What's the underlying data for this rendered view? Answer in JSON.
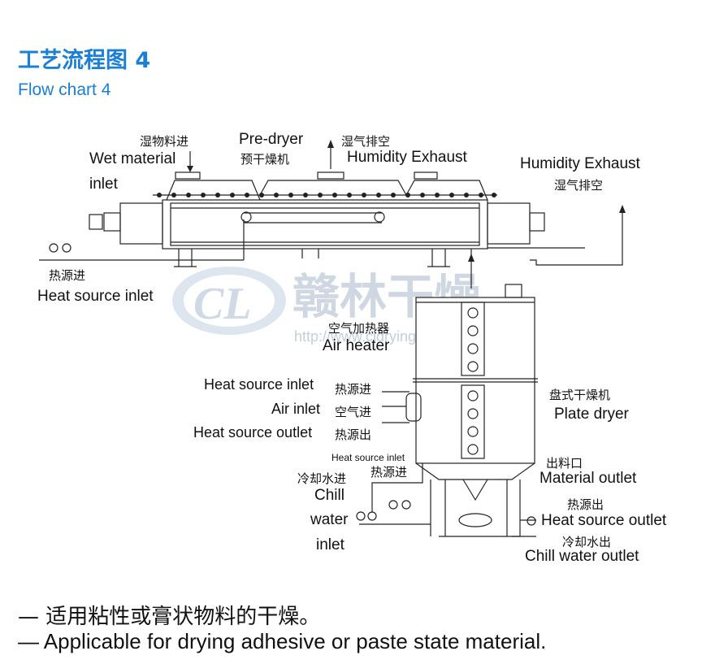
{
  "header": {
    "title_cn": "工艺流程图 4",
    "title_en": "Flow chart 4"
  },
  "labels": {
    "wet_material_cn": "湿物料进",
    "wet_material_en_1": "Wet material",
    "wet_material_en_2": "inlet",
    "predryer_en": "Pre-dryer",
    "predryer_cn": "预干燥机",
    "exhaust1_cn": "湿气排空",
    "exhaust1_en": "Humidity Exhaust",
    "exhaust2_en": "Humidity Exhaust",
    "exhaust2_cn": "湿气排空",
    "heat_inlet_top_cn": "热源进",
    "heat_inlet_top_en": "Heat source inlet",
    "air_heater_cn": "空气加热器",
    "air_heater_en": "Air heater",
    "hs_inlet_en": "Heat source inlet",
    "hs_inlet_cn": "热源进",
    "air_inlet_en": "Air inlet",
    "air_inlet_cn": "空气进",
    "hs_outlet_en": "Heat source outlet",
    "hs_outlet_cn": "热源出",
    "plate_dryer_cn": "盘式干燥机",
    "plate_dryer_en": "Plate dryer",
    "hs_inlet_small_en": "Heat source inlet",
    "hs_inlet_small_cn": "热源进",
    "chill_in_cn": "冷却水进",
    "chill_in_en_1": "Chill",
    "chill_in_en_2": "water",
    "chill_in_en_3": "inlet",
    "material_out_cn": "出料口",
    "material_out_en": "Material outlet",
    "hs_out_bottom_cn": "热源出",
    "hs_out_bottom_en": "Heat source outlet",
    "chill_out_cn": "冷却水出",
    "chill_out_en": "Chill water outlet"
  },
  "watermark": {
    "logo_text": "赣林干燥",
    "url": "http://www.cldrying.com"
  },
  "footer": {
    "line1": "— 适用粘性或膏状物料的干燥。",
    "line2": "— Applicable for drying adhesive or paste state material."
  },
  "colors": {
    "accent": "#1a7fd6",
    "line": "#222222",
    "watermark": "#b9c9da"
  }
}
